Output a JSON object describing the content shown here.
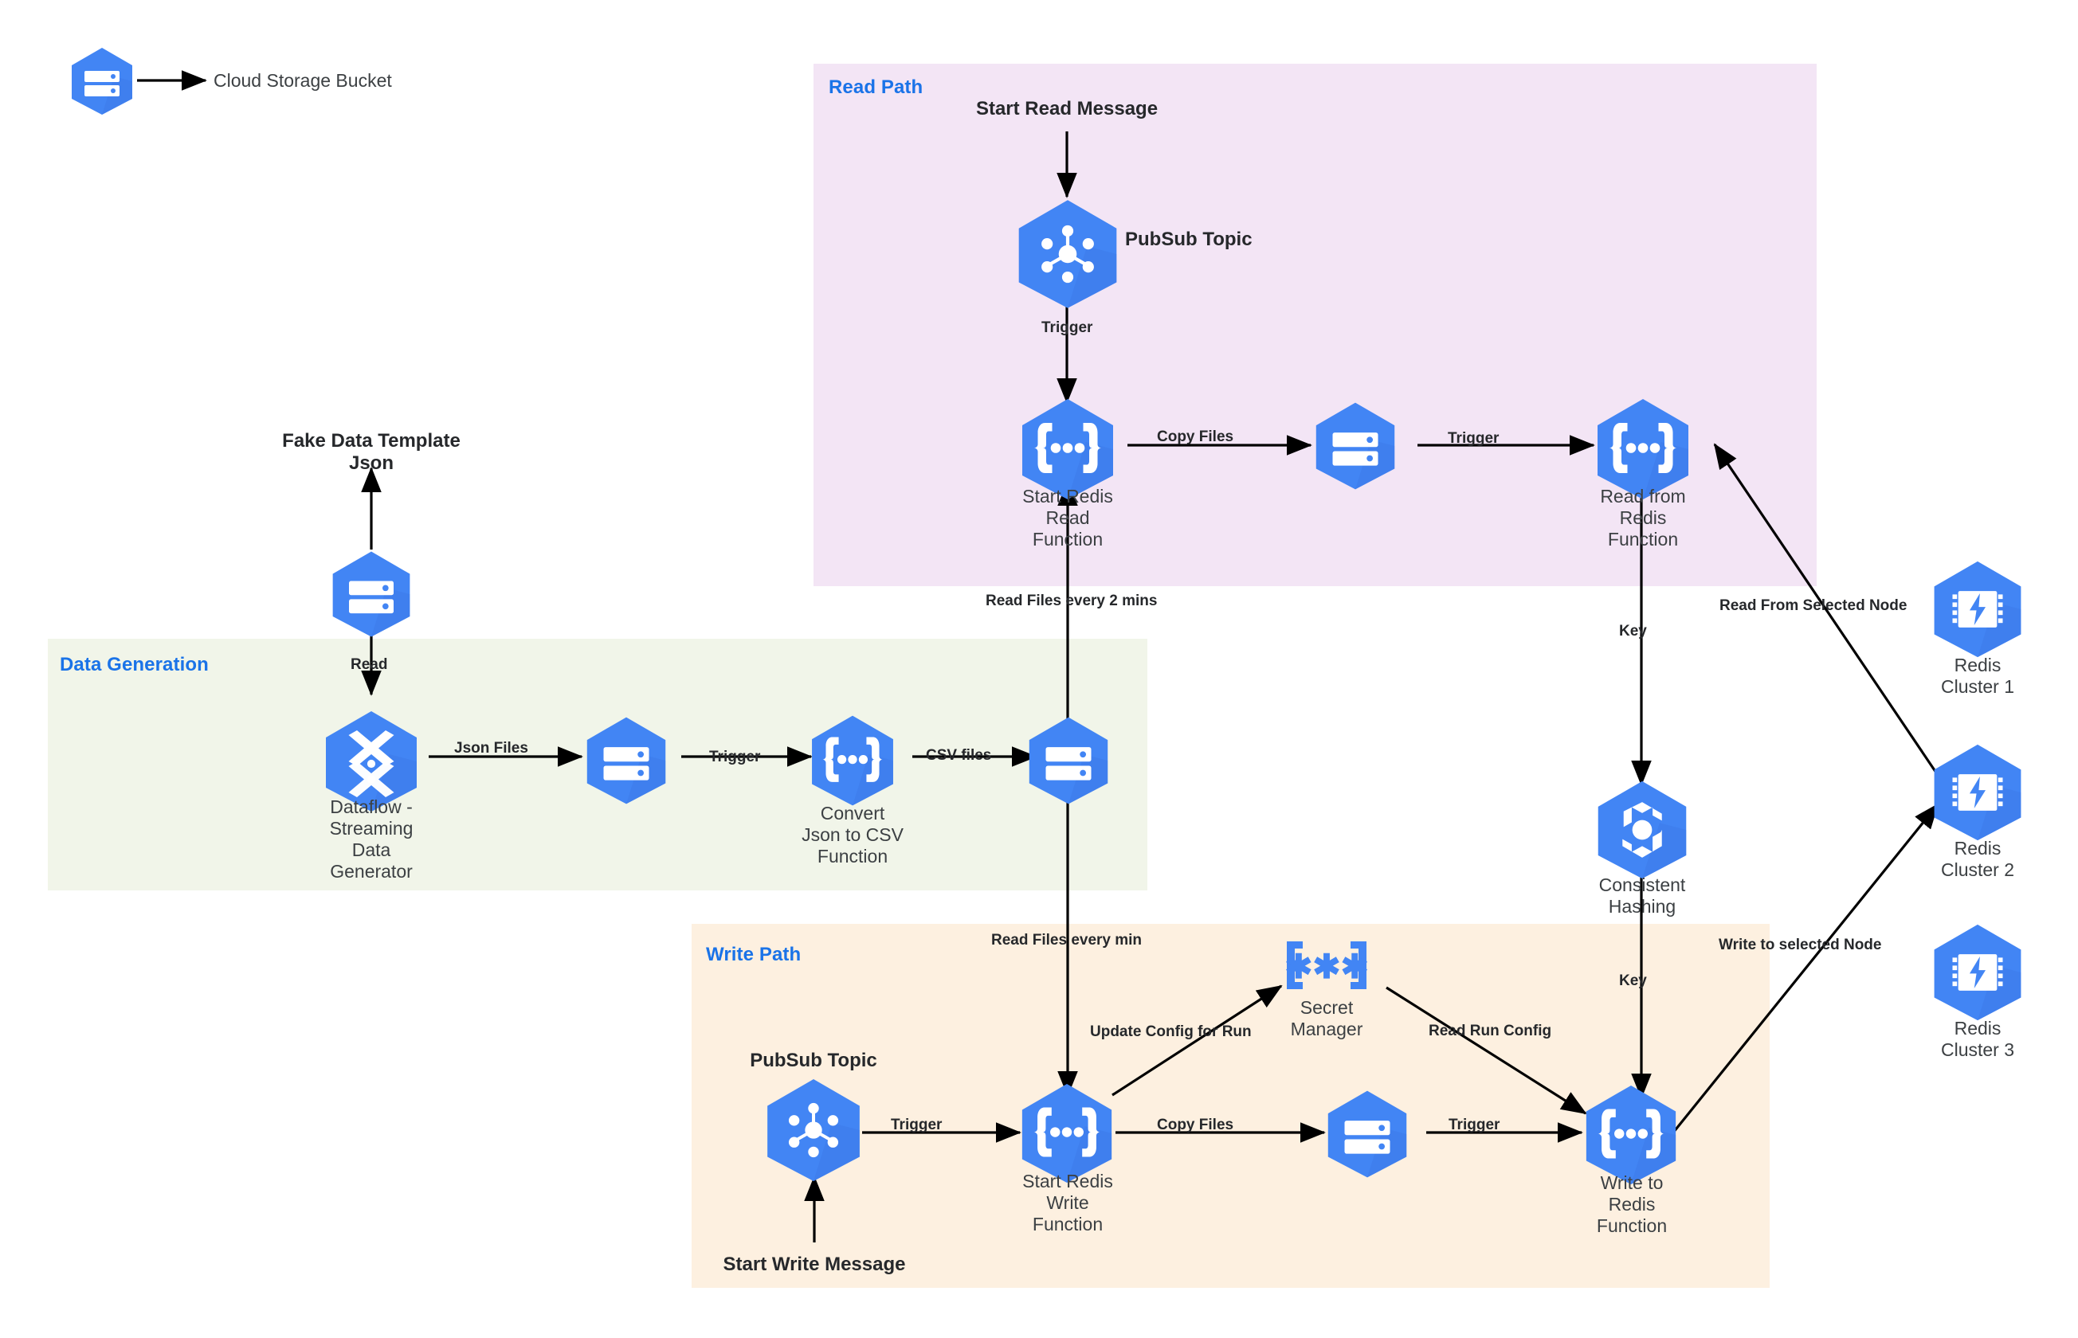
{
  "diagram": {
    "title": "GCP Redis Read/Write Architecture",
    "colors": {
      "gcp_blue": "#4285f4",
      "gcp_blue_dark": "#3b78e7",
      "region_label_blue": "#1a73e8",
      "read_path_bg": "#f3e5f5",
      "data_generation_bg": "#f1f5e9",
      "write_path_bg": "#fdf0e0",
      "edge_black": "#000000",
      "text_gray": "#3c4043"
    },
    "regions": [
      {
        "id": "read-path",
        "label": "Read Path",
        "bg": "#f3e5f5"
      },
      {
        "id": "data-generation",
        "label": "Data Generation",
        "bg": "#f1f5e9"
      },
      {
        "id": "write-path",
        "label": "Write Path",
        "bg": "#fdf0e0"
      }
    ],
    "legend": {
      "icon": "cloud-storage-icon",
      "label": "Cloud Storage Bucket"
    },
    "nodes": {
      "legend_bucket": {
        "icon": "cloud-storage-icon",
        "label": ""
      },
      "fake_data_template": {
        "icon": "cloud-storage-icon",
        "label": "Fake Data Template\nJson"
      },
      "dataflow_generator": {
        "icon": "dataflow-icon",
        "label": "Dataflow -\nStreaming\nData\nGenerator"
      },
      "json_bucket": {
        "icon": "cloud-storage-icon",
        "label": ""
      },
      "convert_function": {
        "icon": "cloud-functions-icon",
        "label": "Convert\nJson to CSV\nFunction"
      },
      "csv_bucket": {
        "icon": "cloud-storage-icon",
        "label": ""
      },
      "read_pubsub_topic": {
        "icon": "pubsub-icon",
        "label": "PubSub Topic"
      },
      "start_redis_read": {
        "icon": "cloud-functions-icon",
        "label": "Start Redis\nRead\nFunction"
      },
      "read_copy_bucket": {
        "icon": "cloud-storage-icon",
        "label": ""
      },
      "read_from_redis": {
        "icon": "cloud-functions-icon",
        "label": "Read from\nRedis\nFunction"
      },
      "write_pubsub_topic": {
        "icon": "pubsub-icon",
        "label": "PubSub Topic"
      },
      "start_redis_write": {
        "icon": "cloud-functions-icon",
        "label": "Start Redis\nWrite\nFunction"
      },
      "secret_manager": {
        "icon": "secret-manager-icon",
        "label": "Secret\nManager"
      },
      "write_copy_bucket": {
        "icon": "cloud-storage-icon",
        "label": ""
      },
      "write_to_redis": {
        "icon": "cloud-functions-icon",
        "label": "Write to\nRedis\nFunction"
      },
      "consistent_hashing": {
        "icon": "consistent-hashing-icon",
        "label": "Consistent\nHashing"
      },
      "redis_cluster_1": {
        "icon": "redis-cluster-icon",
        "label": "Redis\nCluster 1"
      },
      "redis_cluster_2": {
        "icon": "redis-cluster-icon",
        "label": "Redis\nCluster 2"
      },
      "redis_cluster_3": {
        "icon": "redis-cluster-icon",
        "label": "Redis\nCluster 3"
      }
    },
    "standalone_labels": {
      "start_read_message": "Start Read Message",
      "start_write_message": "Start Write Message"
    },
    "edge_labels": {
      "read_trigger_topic_to_fn": "Trigger",
      "read_copy_files": "Copy Files",
      "read_trigger_bucket_to_fn": "Trigger",
      "read_files_every_2_mins": "Read Files every 2 mins",
      "read_key": "Key",
      "read_from_selected_node": "Read From Selected Node",
      "gen_read": "Read",
      "gen_json_files": "Json Files",
      "gen_trigger": "Trigger",
      "gen_csv_files": "CSV files",
      "read_files_every_min": "Read Files every min",
      "write_trigger_topic_to_fn": "Trigger",
      "update_config_for_run": "Update Config for Run",
      "read_run_config": "Read Run Config",
      "write_copy_files": "Copy Files",
      "write_trigger_bucket_to_fn": "Trigger",
      "write_key": "Key",
      "write_to_selected_node": "Write to selected Node"
    }
  }
}
